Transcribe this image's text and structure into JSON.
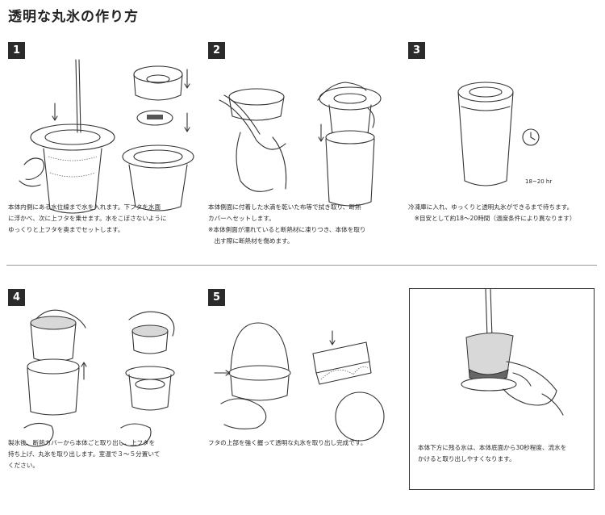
{
  "title": "透明な丸氷の作り方",
  "steps": [
    {
      "number": "1",
      "caption": "本体内側にある水位線まで水を入れます。下フタを水面\nに浮かべ、次に上フタを乗せます。水をこぼさないように\nゆっくりと上フタを奥までセットします。"
    },
    {
      "number": "2",
      "caption": "本体側面に付着した水滴を乾いた布等で拭き取り、断熱\nカバーへセットします。\n※本体側面が濡れていると断熱材に凍りつき、本体を取り\n　出す際に断熱材を傷めます。"
    },
    {
      "number": "3",
      "caption": "冷凍庫に入れ、ゆっくりと透明丸氷ができるまで待ちます。\n　※目安として約18〜20時間（温度条件により異なります）",
      "timer_label": "18~20 hr"
    },
    {
      "number": "4",
      "caption": "製氷後、断熱カバーから本体ごと取り出し、上フタを\n持ち上げ、丸氷を取り出します。室温で３〜５分置いて\nください。"
    },
    {
      "number": "5",
      "caption": "フタの上部を強く握って透明な丸氷を取り出し完成です。"
    }
  ],
  "tip": {
    "caption": "本体下方に残る氷は、本体底面から30秒程度、流水を\nかけると取り出しやすくなります。"
  },
  "icons": [
    "clock-icon",
    "arrow-down-icon",
    "arrow-right-icon"
  ]
}
